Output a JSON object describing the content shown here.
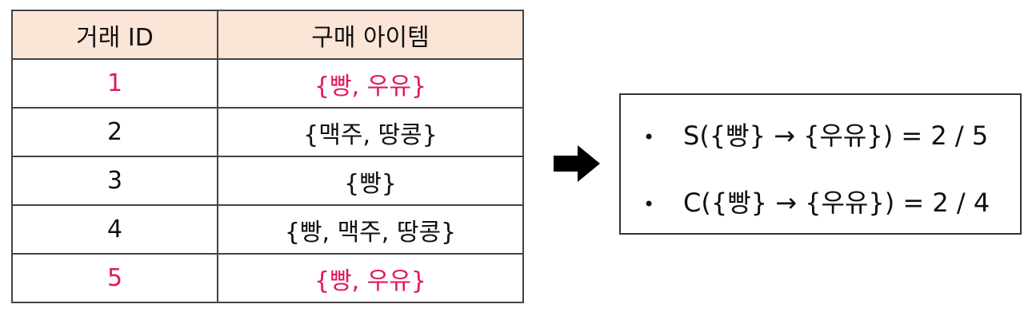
{
  "table": {
    "headers": [
      "거래 ID",
      "구매 아이템"
    ],
    "rows": [
      {
        "id": "1",
        "items": "{빵, 우유}",
        "highlight": true
      },
      {
        "id": "2",
        "items": "{맥주, 땅콩}",
        "highlight": false
      },
      {
        "id": "3",
        "items": "{빵}",
        "highlight": false
      },
      {
        "id": "4",
        "items": "{빵, 맥주, 땅콩}",
        "highlight": false
      },
      {
        "id": "5",
        "items": "{빵, 우유}",
        "highlight": true
      }
    ]
  },
  "arrow_icon": "right-arrow-icon",
  "results": {
    "bullet": "•",
    "support": "S({빵} → {우유}) = 2 / 5",
    "confidence": "C({빵} → {우유}) = 2 / 4"
  },
  "colors": {
    "header_bg": "#fbe5d6",
    "highlight_text": "#e0195a",
    "border": "#444444"
  }
}
